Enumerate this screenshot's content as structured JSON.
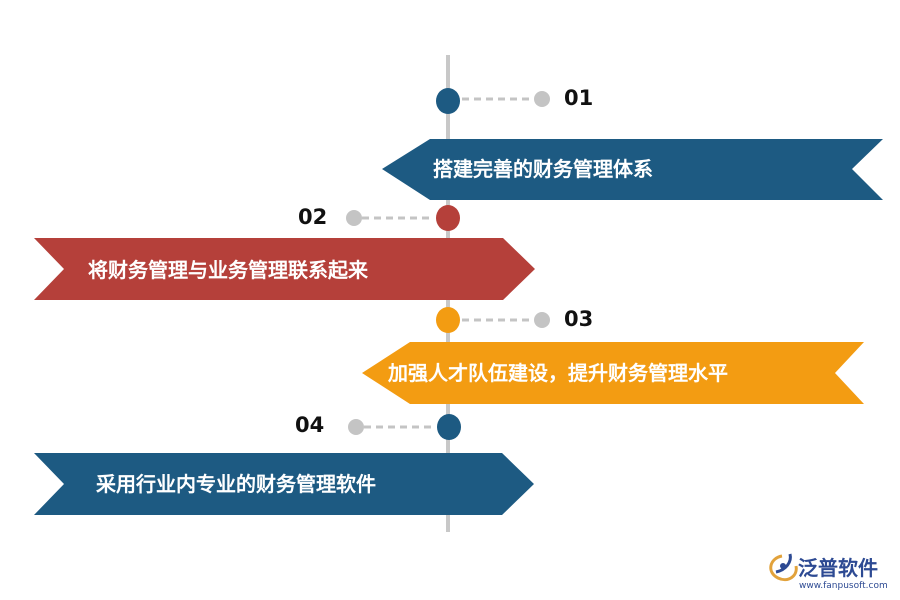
{
  "colors": {
    "blue": "#1d5a82",
    "red": "#b5403a",
    "orange": "#f39c12",
    "gray_line": "#c8c8c8",
    "gray_dot": "#c4c4c4",
    "logo_text": "#2d4a93"
  },
  "steps": [
    {
      "number": "01",
      "text": "搭建完善的财务管理体系",
      "color": "blue"
    },
    {
      "number": "02",
      "text": "将财务管理与业务管理联系起来",
      "color": "red"
    },
    {
      "number": "03",
      "text": "加强人才队伍建设，提升财务管理水平",
      "color": "orange"
    },
    {
      "number": "04",
      "text": "采用行业内专业的财务管理软件",
      "color": "blue"
    }
  ],
  "logo": {
    "name": "泛普软件",
    "url": "www.fanpusoft.com",
    "icon": "fanpu-logo-icon"
  }
}
